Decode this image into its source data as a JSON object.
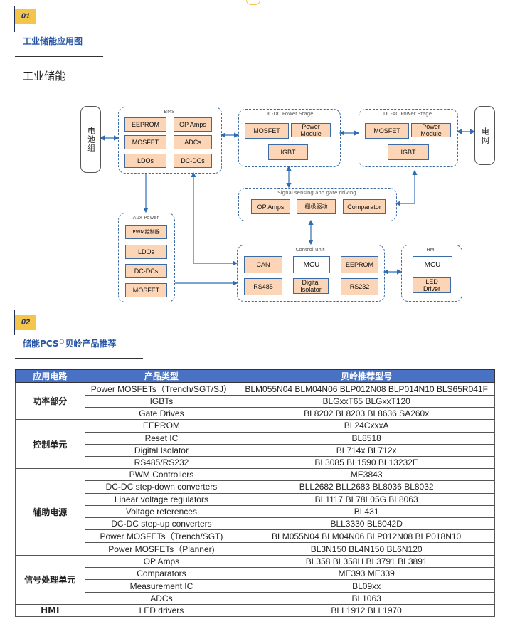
{
  "sections": [
    {
      "number": "01",
      "title": "工业储能应用图"
    },
    {
      "number": "02",
      "title": "储能PCS",
      "title_suffix": "贝岭产品推荐"
    }
  ],
  "subtitle": "工业储能",
  "diagram": {
    "battery_label": "电池组",
    "grid_label": "电网",
    "bms": {
      "label": "BMS",
      "items": [
        "EEPROM",
        "OP Amps",
        "MOSFET",
        "ADCs",
        "LDOs",
        "DC-DCs"
      ]
    },
    "dcdc": {
      "label": "DC-DC Power Stage",
      "items": [
        "MOSFET",
        "Power Module",
        "IGBT"
      ]
    },
    "dcac": {
      "label": "DC-AC Power Stage",
      "items": [
        "MOSFET",
        "Power Module",
        "IGBT"
      ]
    },
    "signal": {
      "label": "Signal sensing and gate driving",
      "items": [
        "OP Amps",
        "栅极驱动",
        "Comparator"
      ]
    },
    "aux": {
      "label": "Aux Power",
      "items": [
        "PWM控制器",
        "LDOs",
        "DC-DCs",
        "MOSFET"
      ]
    },
    "control": {
      "label": "Control unit",
      "items": [
        "CAN",
        "MCU",
        "EEPROM",
        "RS485",
        "Digital Isolator",
        "RS232"
      ]
    },
    "hmi": {
      "label": "HMI",
      "items": [
        "MCU",
        "LED Driver"
      ]
    }
  },
  "table": {
    "headers": [
      "应用电路",
      "产品类型",
      "贝岭推荐型号"
    ],
    "groups": [
      {
        "category": "功率部分",
        "rows": [
          [
            "Power MOSFETs（Trench/SGT/SJ）",
            "BLM055N04 BLM04N06 BLP012N08 BLP014N10 BLS65R041F"
          ],
          [
            "IGBTs",
            "BLGxxT65 BLGxxT120"
          ],
          [
            "Gate Drives",
            "BL8202 BL8203 BL8636 SA260x"
          ]
        ]
      },
      {
        "category": "控制单元",
        "rows": [
          [
            "EEPROM",
            "BL24CxxxA"
          ],
          [
            "Reset IC",
            "BL8518"
          ],
          [
            "Digital Isolator",
            "BL714x BL712x"
          ],
          [
            "RS485/RS232",
            "BL3085  BL1590 BL13232E"
          ]
        ]
      },
      {
        "category": "辅助电源",
        "rows": [
          [
            "PWM Controllers",
            "ME3843"
          ],
          [
            "DC-DC step-down converters",
            "BLL2682 BLL2683 BL8036 BL8032"
          ],
          [
            "Linear voltage regulators",
            "BL1117 BL78L05G BL8063"
          ],
          [
            "Voltage references",
            "BL431"
          ],
          [
            "DC-DC step-up converters",
            "BLL3330 BL8042D"
          ],
          [
            "Power MOSFETs（Trench/SGT)",
            "BLM055N04 BLM04N06 BLP012N08 BLP018N10"
          ],
          [
            "Power MOSFETs（Planner)",
            "BL3N150 BL4N150 BL6N120"
          ]
        ]
      },
      {
        "category": "信号处理单元",
        "rows": [
          [
            "OP Amps",
            "BL358 BL358H BL3791 BL3891"
          ],
          [
            "Comparators",
            "ME393 ME339"
          ],
          [
            "Measurement IC",
            "BL09xx"
          ],
          [
            "ADCs",
            "BL1063"
          ]
        ]
      },
      {
        "category": "HMI",
        "rows": [
          [
            "LED drivers",
            "BLL1912 BLL1970"
          ]
        ]
      }
    ]
  }
}
